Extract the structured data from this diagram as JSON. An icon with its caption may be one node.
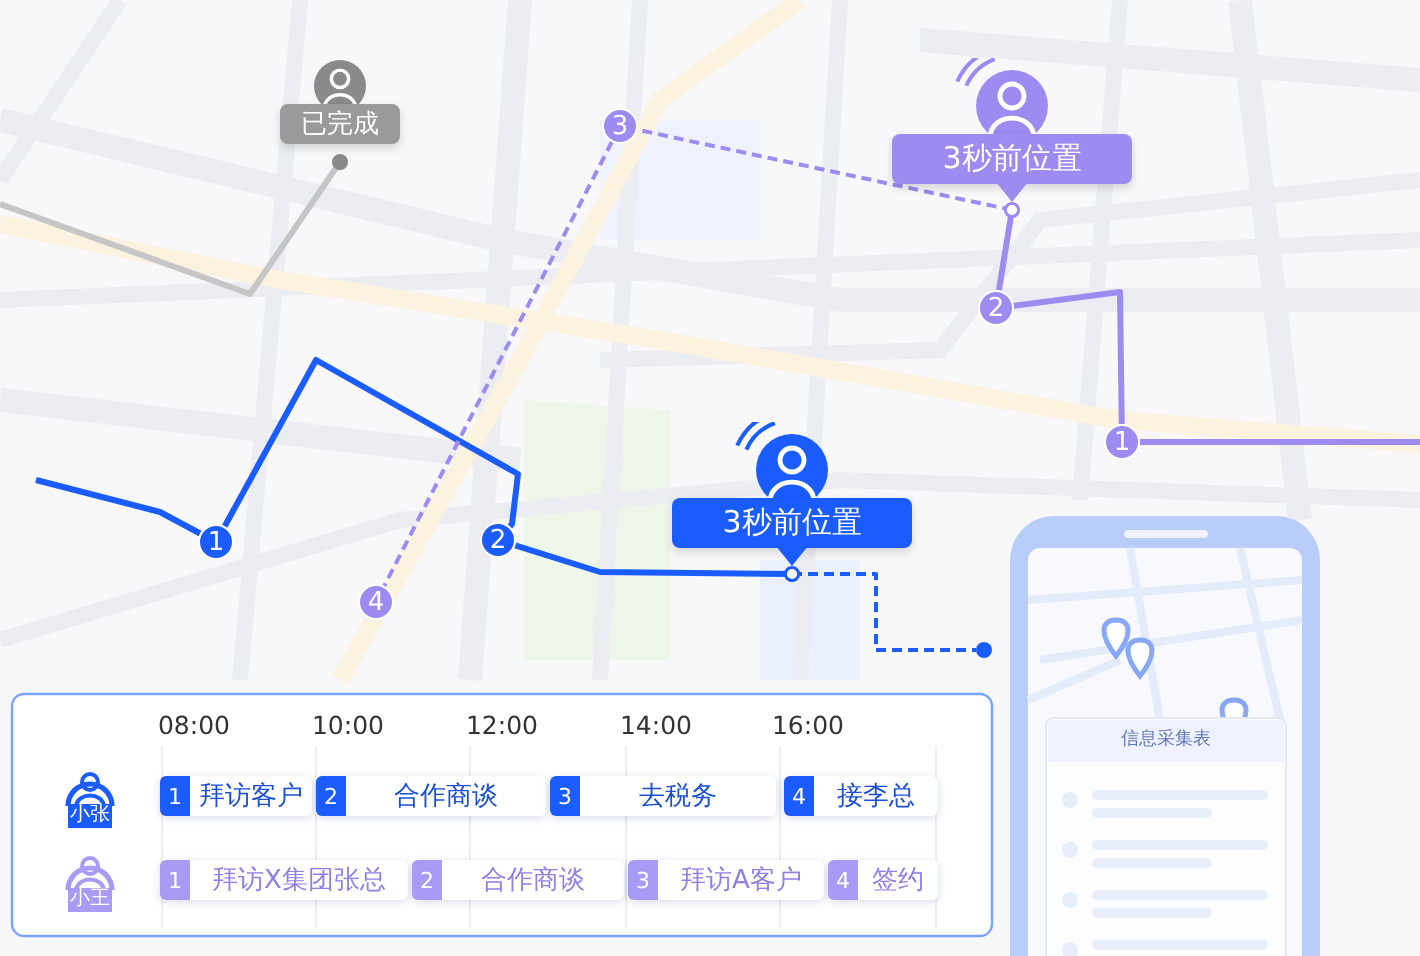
{
  "diagram": {
    "nodes": [
      {
        "text": [
          "已完成"
        ]
      },
      {
        "text": [
          "1"
        ]
      },
      {
        "text": [
          "2"
        ]
      },
      {
        "text": [
          "3秒前位置"
        ]
      },
      {
        "text": [],
        "shape": "circle"
      },
      {
        "text": [
          "1"
        ]
      },
      {
        "text": [
          "2"
        ]
      },
      {
        "text": [
          "3秒前位置"
        ]
      },
      {
        "text": [
          "3"
        ]
      },
      {
        "text": [
          "4"
        ]
      },
      {
        "text": [
          "1",
          "拜访客户"
        ]
      },
      {
        "text": [
          "2",
          "合作商谈"
        ]
      },
      {
        "text": [
          "3",
          "去税务"
        ]
      },
      {
        "text": [
          "4",
          "接李总"
        ]
      },
      {
        "text": [
          "1",
          "拜访X集团张总"
        ]
      },
      {
        "text": [
          "2",
          "合作商谈"
        ]
      },
      {
        "text": [
          "3",
          "拜访A客户"
        ]
      },
      {
        "text": [
          "4",
          "签约"
        ]
      }
    ],
    "edges": [
      {
        "from": 0,
        "to": null,
        "arrow": "none",
        "color": "#c6c6c6"
      },
      {
        "from": null,
        "to": 1,
        "arrow": "none",
        "color": "#1a5cff"
      },
      {
        "from": 1,
        "to": 2,
        "arrow": "none",
        "color": "#1a5cff"
      },
      {
        "from": 2,
        "to": 3,
        "arrow": "none",
        "color": "#1a5cff"
      },
      {
        "from": 3,
        "to": 4,
        "arrow": "none",
        "style": "dashed",
        "color": "#1a5cff"
      },
      {
        "from": null,
        "to": 5,
        "arrow": "none"
      },
      {
        "from": 5,
        "to": 6,
        "arrow": "none"
      },
      {
        "from": 6,
        "to": 7,
        "arrow": "none"
      },
      {
        "from": 7,
        "to": 8,
        "arrow": "none",
        "style": "dashed"
      },
      {
        "from": 8,
        "to": 9,
        "arrow": "none",
        "style": "dashed"
      }
    ],
    "labels": [
      "08:00",
      "10:00",
      "12:00",
      "14:00",
      "16:00",
      "小张",
      "小王",
      "信息采集表"
    ]
  }
}
